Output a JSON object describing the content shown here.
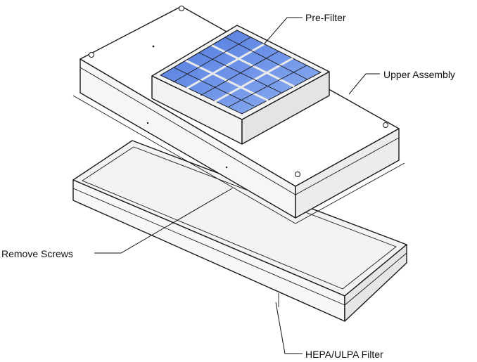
{
  "labels": {
    "pre_filter": "Pre-Filter",
    "upper_assembly": "Upper Assembly",
    "remove_screws": "Remove Screws",
    "hepa_ulpa_filter": "HEPA/ULPA Filter"
  },
  "colors": {
    "background": "#ffffff",
    "line": "#1a1a1a",
    "housing_top": "#ffffff",
    "housing_side": "#f4f4f4",
    "prefilter_media": "#6f93e8",
    "prefilter_frame": "#f2f2f2",
    "hepa_media": "#d8d8d8",
    "hepa_frame": "#f0f0f0"
  },
  "icons": {
    "screw": "screw-icon"
  }
}
